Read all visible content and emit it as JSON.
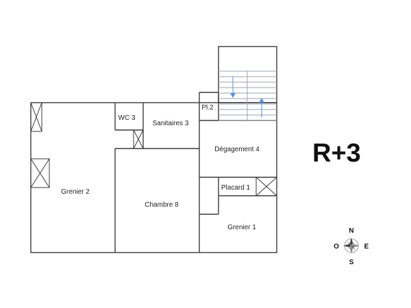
{
  "level": "R+3",
  "rooms": {
    "grenier_2": "Grenier 2",
    "wc_3": "WC 3",
    "sanitaires_3": "Sanitaires 3",
    "pl_2": "Pl.2",
    "degagement_4": "Dégagement 4",
    "placard_1": "Placard 1",
    "chambre_8": "Chambre 8",
    "grenier_1": "Grenier 1"
  },
  "compass": {
    "n": "N",
    "s": "S",
    "e": "E",
    "o": "O"
  },
  "colors": {
    "wall": "#3a3a3a",
    "stair_line": "#9aa3ad",
    "arrow": "#5b8ed6"
  }
}
